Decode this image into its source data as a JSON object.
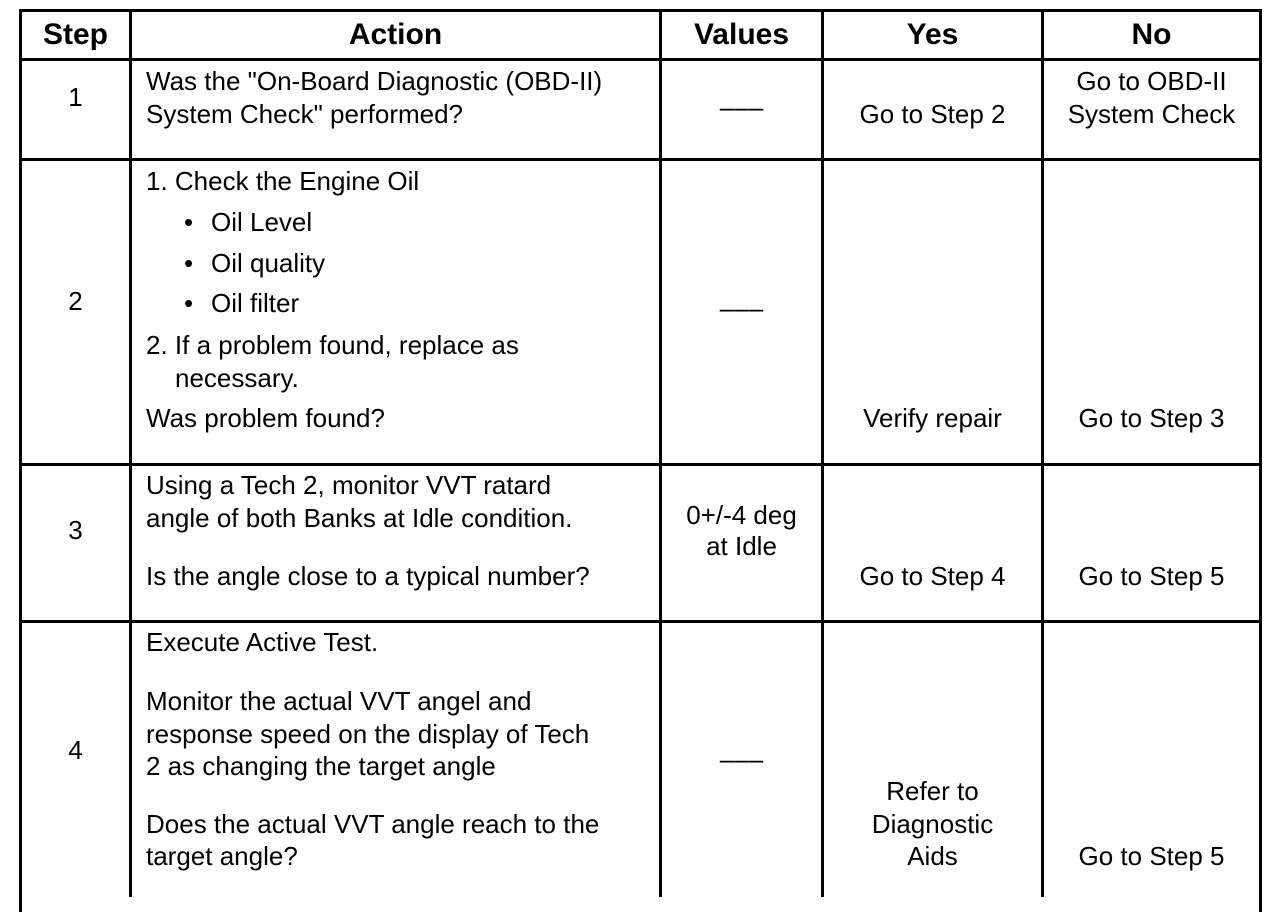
{
  "headers": {
    "step": "Step",
    "action": "Action",
    "values": "Values",
    "yes": "Yes",
    "no": "No"
  },
  "rows": [
    {
      "step": "1",
      "action": {
        "l1": "Was the \"On-Board Diagnostic (OBD-II)",
        "l2": "System Check\" performed?"
      },
      "values": "–––",
      "yes": "Go to Step 2",
      "no": {
        "l1": "Go to OBD-II",
        "l2": "System Check"
      }
    },
    {
      "step": "2",
      "action": {
        "item1": "1. Check the Engine Oil",
        "bullets": [
          "Oil Level",
          "Oil quality",
          "Oil filter"
        ],
        "item2_l1": "2. If a problem found, replace as",
        "item2_l2": "necessary.",
        "question": "Was problem found?"
      },
      "values": "–––",
      "yes": "Verify repair",
      "no": "Go to Step 3"
    },
    {
      "step": "3",
      "action": {
        "l1": "Using a Tech 2, monitor VVT ratard",
        "l2": "angle of both Banks at Idle condition.",
        "question": "Is the angle close to a typical number?"
      },
      "values": {
        "l1": "0+/-4 deg",
        "l2": "at Idle"
      },
      "yes": "Go to Step 4",
      "no": "Go to Step 5"
    },
    {
      "step": "4",
      "action": {
        "p1": "Execute Active Test.",
        "p2_l1": "Monitor the actual VVT angel and",
        "p2_l2": "response speed on the display of Tech",
        "p2_l3": "2 as changing the target angle",
        "q_l1": "Does the actual VVT angle reach to the",
        "q_l2": "target angle?"
      },
      "values": "–––",
      "yes": {
        "l1": "Refer to",
        "l2": "Diagnostic",
        "l3": "Aids"
      },
      "no": "Go to Step 5"
    }
  ]
}
